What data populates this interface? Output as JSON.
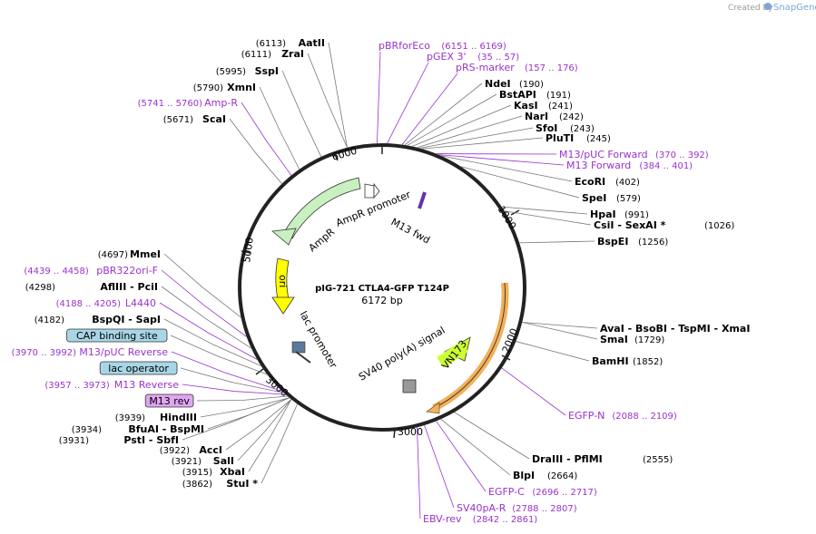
{
  "credit": {
    "prefix": "Created by",
    "brand": "SnapGene"
  },
  "plasmid": {
    "name": "pIG-721 CTLA4-GFP T124P",
    "size": "6172 bp"
  },
  "ticks": [
    "1000",
    "2000",
    "3000",
    "5000",
    "6000"
  ],
  "features": {
    "ampr": "AmpR",
    "ampr_promoter": "AmpR promoter",
    "m13_fwd": "M13 fwd",
    "ori": "ori",
    "lac_promoter": "lac promoter",
    "sv40": "SV40 poly(A) signal",
    "vn173": "VN173"
  },
  "left_labels": [
    {
      "pos": "(6113)",
      "name": "AatII",
      "type": "enz"
    },
    {
      "pos": "(6111)",
      "name": "ZraI",
      "type": "enz"
    },
    {
      "pos": "(5995)",
      "name": "SspI",
      "type": "enz"
    },
    {
      "pos": "(5790)",
      "name": "XmnI",
      "type": "enz"
    },
    {
      "pos": "(5741 .. 5760)",
      "name": "Amp-R",
      "type": "prm"
    },
    {
      "pos": "(5671)",
      "name": "ScaI",
      "type": "enz"
    },
    {
      "pos": "(4697)",
      "name": "MmeI",
      "type": "enz"
    },
    {
      "pos": "(4439 .. 4458)",
      "name": "pBR322ori-F",
      "type": "prm"
    },
    {
      "pos": "(4298)",
      "name": "AflIII   - PciI",
      "type": "enz"
    },
    {
      "pos": "(4188 .. 4205)",
      "name": "L4440",
      "type": "prm"
    },
    {
      "pos": "(4182)",
      "name": "BspQI   - SapI",
      "type": "enz"
    },
    {
      "pos": "",
      "name": "CAP binding site",
      "type": "boxblue"
    },
    {
      "pos": "(3970 .. 3992)",
      "name": "M13/pUC Reverse",
      "type": "prm"
    },
    {
      "pos": "",
      "name": "lac operator",
      "type": "boxblue"
    },
    {
      "pos": "(3957 .. 3973)",
      "name": "M13 Reverse",
      "type": "prm"
    },
    {
      "pos": "",
      "name": "M13 rev",
      "type": "boxpurple"
    },
    {
      "pos": "(3939)",
      "name": "HindIII",
      "type": "enz"
    },
    {
      "pos": "(3934)",
      "name": "BfuAI   - BspMI",
      "type": "enz"
    },
    {
      "pos": "(3931)",
      "name": "PstI   - SbfI",
      "type": "enz"
    },
    {
      "pos": "(3922)",
      "name": "AccI",
      "type": "enz"
    },
    {
      "pos": "(3921)",
      "name": "SalI",
      "type": "enz"
    },
    {
      "pos": "(3915)",
      "name": "XbaI",
      "type": "enz"
    },
    {
      "pos": "(3862)",
      "name": "StuI *",
      "type": "enz"
    }
  ],
  "top_labels": [
    {
      "name": "pBRforEco",
      "pos": "(6151 .. 6169)"
    },
    {
      "name": "pGEX 3'",
      "pos": "(35 .. 57)"
    },
    {
      "name": "pRS-marker",
      "pos": "(157 .. 176)"
    }
  ],
  "right_labels": [
    {
      "name": "NdeI",
      "pos": "(190)",
      "type": "enz"
    },
    {
      "name": "BstAPI",
      "pos": "(191)",
      "type": "enz"
    },
    {
      "name": "KasI",
      "pos": "(241)",
      "type": "enz"
    },
    {
      "name": "NarI",
      "pos": "(242)",
      "type": "enz"
    },
    {
      "name": "SfoI",
      "pos": "(243)",
      "type": "enz"
    },
    {
      "name": "PluTI",
      "pos": "(245)",
      "type": "enz"
    },
    {
      "name": "M13/pUC Forward",
      "pos": "(370 .. 392)",
      "type": "prm"
    },
    {
      "name": "M13 Forward",
      "pos": "(384 .. 401)",
      "type": "prm"
    },
    {
      "name": "EcoRI",
      "pos": "(402)",
      "type": "enz"
    },
    {
      "name": "SpeI",
      "pos": "(579)",
      "type": "enz"
    },
    {
      "name": "HpaI",
      "pos": "(991)",
      "type": "enz"
    },
    {
      "name": "CsiI   - SexAI *",
      "pos": "(1026)",
      "type": "enz"
    },
    {
      "name": "BspEI",
      "pos": "(1256)",
      "type": "enz"
    },
    {
      "name": "AvaI   - BsoBI   - TspMI   - XmaI",
      "pos": "(1727)",
      "type": "enz"
    },
    {
      "name": "SmaI",
      "pos": "(1729)",
      "type": "enz"
    },
    {
      "name": "BamHI",
      "pos": "(1852)",
      "type": "enz"
    },
    {
      "name": "EGFP-N",
      "pos": "(2088 .. 2109)",
      "type": "prm"
    },
    {
      "name": "DraIII   - PflMI",
      "pos": "(2555)",
      "type": "enz"
    },
    {
      "name": "BlpI",
      "pos": "(2664)",
      "type": "enz"
    },
    {
      "name": "EGFP-C",
      "pos": "(2696 .. 2717)",
      "type": "prm"
    },
    {
      "name": "SV40pA-R",
      "pos": "(2788 .. 2807)",
      "type": "prm"
    },
    {
      "name": "EBV-rev",
      "pos": "(2842 .. 2861)",
      "type": "prm"
    }
  ]
}
